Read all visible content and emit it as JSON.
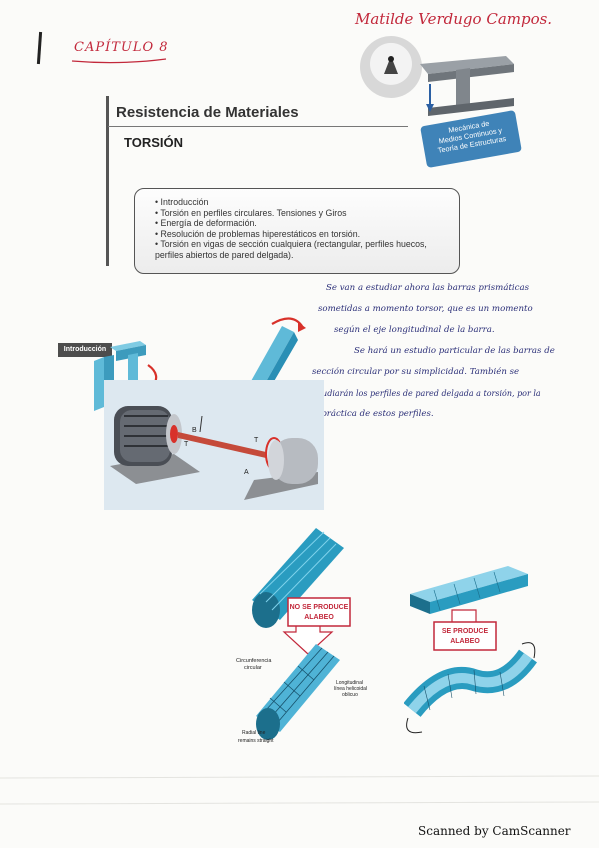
{
  "author": "Matilde Verdugo Campos.",
  "chapter": "CAPÍTULO 8",
  "header": {
    "title": "Resistencia de Materiales",
    "subtitle": "TORSIÓN",
    "badge": [
      "Mecánica de",
      "Medios Continuos y",
      "Teoría de Estructuras"
    ]
  },
  "topics": [
    "Introducción",
    "Torsión en perfiles circulares. Tensiones y Giros",
    "Energía de deformación.",
    "Resolución de problemas hiperestáticos en torsión.",
    "Torsión en vigas de sección cualquiera (rectangular, perfiles huecos, perfiles abiertos de pared delgada)."
  ],
  "notes": [
    "Se van a estudiar ahora las barras prismáticas",
    "sometidas a momento torsor, que es un momento",
    "según el eje longitudinal de la barra.",
    "Se hará un estudio particular de las barras de",
    "sección circular por su simplicidad. También se",
    "estudiarán los perfiles de pared delgada a torsión, por la",
    "importancia práctica de estos perfiles."
  ],
  "intro_tag": "Introducción",
  "figure_labels": {
    "no_warping": [
      "NO SE PRODUCE",
      "ALABEO"
    ],
    "warping": [
      "SE PRODUCE",
      "ALABEO"
    ],
    "circle": [
      "Circunferencia",
      "circular"
    ],
    "longitudinal": [
      "Longitudinal",
      "línea helicoidal",
      "oblicuo"
    ],
    "radial": [
      "Radial line",
      "remains straight"
    ],
    "motor_label_b": "B",
    "motor_label_t": "T",
    "motor_label_a": "A"
  },
  "scanner": "Scanned by CamScanner",
  "colors": {
    "ink_red": "#c2283b",
    "ink_blue": "#2b2f78",
    "steel": "#2a9cc0",
    "badge": "#3f83b8"
  }
}
